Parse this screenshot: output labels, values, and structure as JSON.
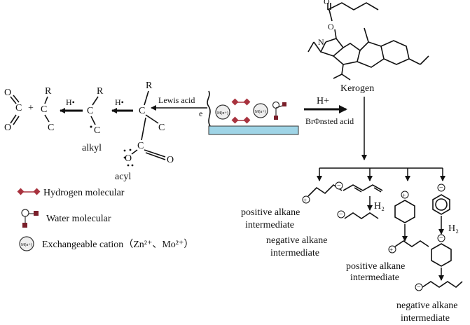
{
  "kerogen": {
    "label": "Kerogen",
    "n_atom": "N",
    "o_atom": "O"
  },
  "catalyst": {
    "lewis_acid": "Lewis acid",
    "h_plus": "H+",
    "bronsted_acid": "BrΦnsted acid",
    "electron": "e",
    "cation_symbol": "M(n+)"
  },
  "left_pathway": {
    "radical_h1": "H•",
    "radical_h2": "H•",
    "plus_sign": "+",
    "r_label": "R",
    "c_label": "C",
    "o_label": "O",
    "alkyl": "alkyl",
    "acyl": "acyl"
  },
  "legend": {
    "hydrogen": "Hydrogen molecular",
    "water": "Water molecular",
    "cation": "Exchangeable cation（Zn²⁺、Mo²⁺）"
  },
  "products": {
    "pos1_line1": "positive alkane",
    "pos1_line2": "intermediate",
    "neg1_line1": "negative alkane",
    "neg1_line2": "intermediate",
    "pos2_line1": "positive alkane",
    "pos2_line2": "intermediate",
    "neg2_line1": "negative alkane",
    "neg2_line2": "intermediate",
    "h2_a": "H₂",
    "h2_b": "H₂"
  },
  "colors": {
    "hydrogen": "#a8323e",
    "water": "#7a1f2a",
    "surface": "#9fd4e6"
  }
}
